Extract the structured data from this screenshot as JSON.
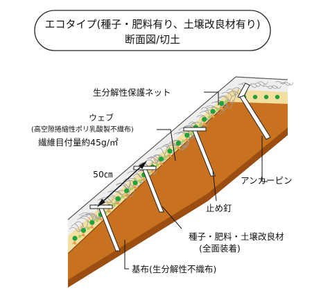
{
  "title": {
    "line1": "エコタイプ(種子・肥料有り、土壌改良材有り)",
    "line2": "断面図/切土"
  },
  "labels": {
    "protection_net": "生分解性保護ネット",
    "web_title": "ウェブ",
    "web_sub": "(高空隙捲縮性ポリ乳酸製不織布)",
    "fiber_weight": "繊維目付量約45g/㎡",
    "width": "50㎝",
    "anchor_pin": "アンカーピン",
    "stopper_nail": "止め釘",
    "seed_line1": "種子・肥料・土壌改良材",
    "seed_line2": "(全面装着)",
    "base_cloth": "基布(生分解性不織布)"
  },
  "colors": {
    "soil": "#C8721F",
    "soil_dark": "#9C4E12",
    "base_cloth": "#F3DFA0",
    "web": "#EEEEEE",
    "web_line": "#9A9A9A",
    "seed_green": "#1FA33A",
    "seed_lime": "#A8D35A",
    "amendment": "#E7A24E",
    "pin": "#FFFFFF",
    "outline": "#222222"
  }
}
